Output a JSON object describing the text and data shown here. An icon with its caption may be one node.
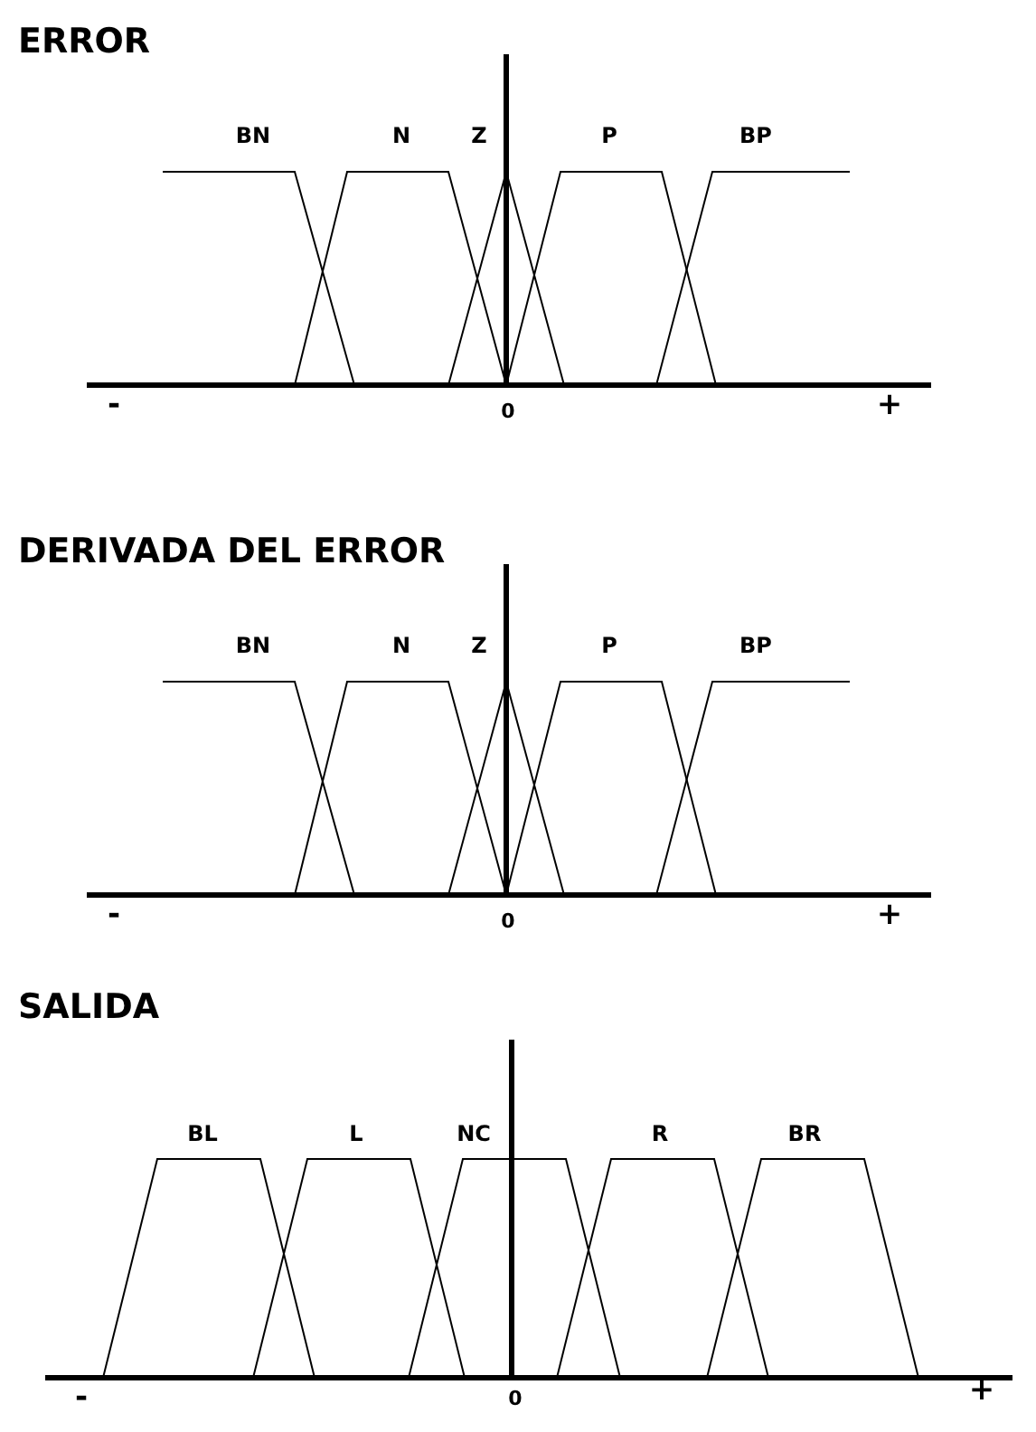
{
  "diagram": {
    "labels": [
      "ERROR",
      "BN",
      "N",
      "Z",
      "P",
      "BP",
      "-",
      "0",
      "+",
      "DERIVADA DEL ERROR",
      "BN",
      "N",
      "Z",
      "P",
      "BP",
      "-",
      "0",
      "+",
      "SALIDA",
      "BL",
      "L",
      "NC",
      "R",
      "BR",
      "-",
      "0",
      "+"
    ]
  }
}
